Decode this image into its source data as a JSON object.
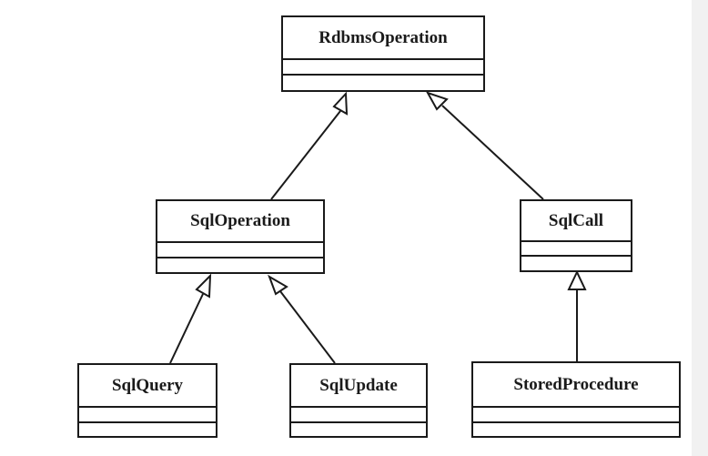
{
  "diagram": {
    "classes": {
      "rdbms_operation": "RdbmsOperation",
      "sql_operation": "SqlOperation",
      "sql_call": "SqlCall",
      "sql_query": "SqlQuery",
      "sql_update": "SqlUpdate",
      "stored_procedure": "StoredProcedure"
    }
  }
}
